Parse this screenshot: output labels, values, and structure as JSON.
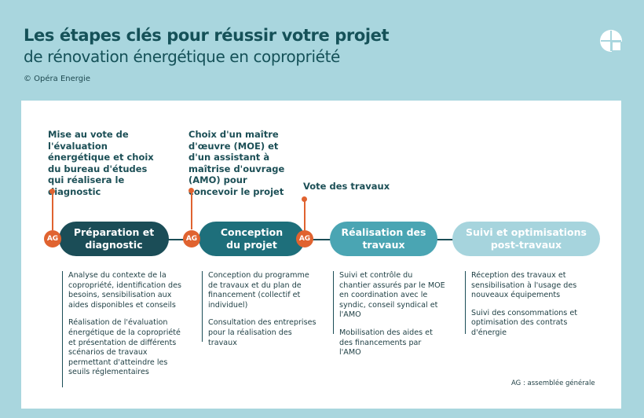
{
  "header": {
    "title": "Les étapes clés pour réussir votre projet",
    "subtitle": "de rénovation énergétique en copropriété",
    "copyright": "© Opéra Energie"
  },
  "logo_icon": "opera-energie-logo",
  "colors": {
    "background": "#a9d6de",
    "title": "#155158",
    "accent": "#e06330",
    "phase1": "#1b4d57",
    "phase2": "#1e6f7b",
    "phase3": "#4aa5b3",
    "phase4": "#a6d4dd"
  },
  "milestones": [
    {
      "text": "Mise au vote de l'évaluation énergétique et choix du bureau d'études qui réalisera le diagnostic"
    },
    {
      "text": "Choix d'un maître d'œuvre (MOE) et d'un assistant à maîtrise d'ouvrage (AMO) pour concevoir le projet"
    },
    {
      "text": "Vote des travaux"
    }
  ],
  "ag_label": "AG",
  "phases": [
    {
      "label": "Préparation et diagnostic"
    },
    {
      "label": "Conception du projet"
    },
    {
      "label": "Réalisation des travaux"
    },
    {
      "label": "Suivi et optimisations post-travaux"
    }
  ],
  "descriptions": [
    {
      "paragraphs": [
        "Analyse du contexte de la copropriété, identification des besoins, sensibilisation aux aides disponibles et conseils",
        "Réalisation de l'évaluation énergétique de la copropriété et présentation de différents scénarios de travaux permettant d'atteindre les seuils réglementaires"
      ]
    },
    {
      "paragraphs": [
        "Conception du programme de travaux et du plan de financement (collectif et individuel)",
        "Consultation des entreprises pour la réalisation des travaux"
      ]
    },
    {
      "paragraphs": [
        "Suivi et contrôle du chantier assurés par le MOE en coordination avec le syndic, conseil syndical et l'AMO",
        "Mobilisation des aides et des financements par l'AMO"
      ]
    },
    {
      "paragraphs": [
        "Réception des travaux et sensibilisation à l'usage des nouveaux équipements",
        "Suivi des consommations et optimisation des contrats d'énergie"
      ]
    }
  ],
  "footnote": "AG : assemblée générale"
}
